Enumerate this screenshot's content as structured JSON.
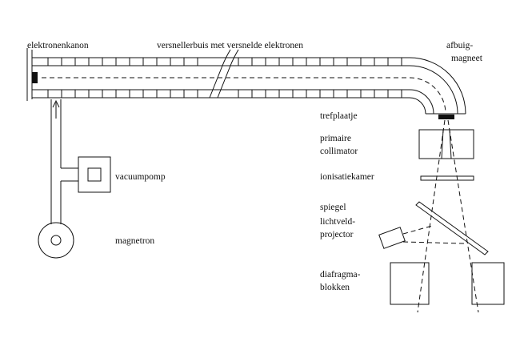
{
  "labels": {
    "electron_gun": "elektronenkanon",
    "accelerator_tube": "versnellerbuis met versnelde elektronen",
    "bending_magnet_line1": "afbuig-",
    "bending_magnet_line2": "magneet",
    "target_plate": "trefplaatje",
    "primary_collimator_line1": "primaire",
    "primary_collimator_line2": "collimator",
    "ionization_chamber": "ionisatiekamer",
    "mirror": "spiegel",
    "light_field_projector_line1": "lichtveld-",
    "light_field_projector_line2": "projector",
    "vacuum_pump": "vacuumpomp",
    "magnetron": "magnetron",
    "diaphragm_blocks_line1": "diafragma-",
    "diaphragm_blocks_line2": "blokken"
  }
}
